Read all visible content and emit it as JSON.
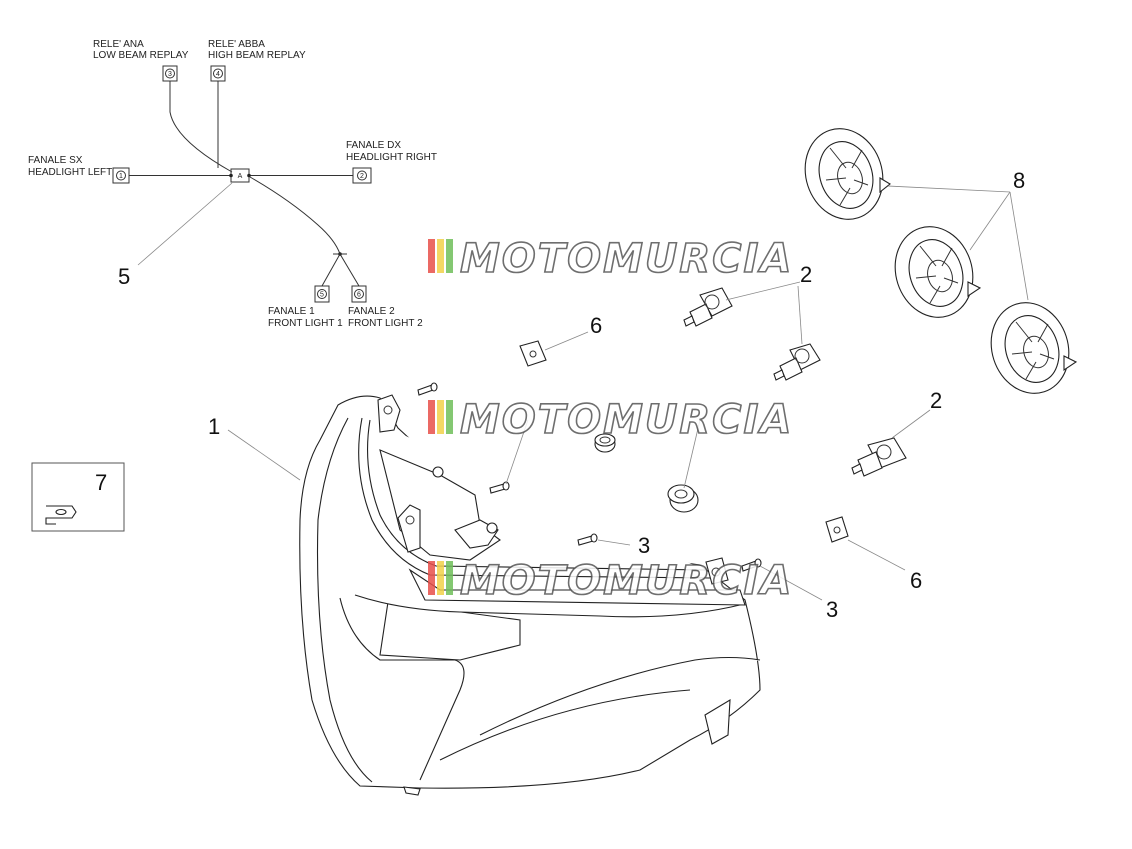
{
  "wiring": {
    "low_beam_it": "RELE' ANA",
    "low_beam_en": "LOW BEAM REPLAY",
    "low_beam_pin": "3",
    "high_beam_it": "RELE' ABBA",
    "high_beam_en": "HIGH BEAM REPLAY",
    "high_beam_pin": "4",
    "left_it": "FANALE SX",
    "left_en": "HEADLIGHT LEFT",
    "left_pin": "1",
    "right_it": "FANALE DX",
    "right_en": "HEADLIGHT RIGHT",
    "right_pin": "2",
    "front1_it": "FANALE 1",
    "front1_en": "FRONT LIGHT 1",
    "front1_pin": "5",
    "front2_it": "FANALE 2",
    "front2_en": "FRONT LIGHT 2",
    "front2_pin": "6",
    "junction": "A"
  },
  "callouts": {
    "c1": "1",
    "c2a": "2",
    "c2b": "2",
    "c3a": "3",
    "c3b": "3",
    "c5": "5",
    "c6a": "6",
    "c6b": "6",
    "c7": "7",
    "c8": "8"
  },
  "watermark": "MOTOMURCIA",
  "colors": {
    "stripe_red": "#e8504a",
    "stripe_yellow": "#f2d24a",
    "stripe_green": "#6fbf5a"
  }
}
